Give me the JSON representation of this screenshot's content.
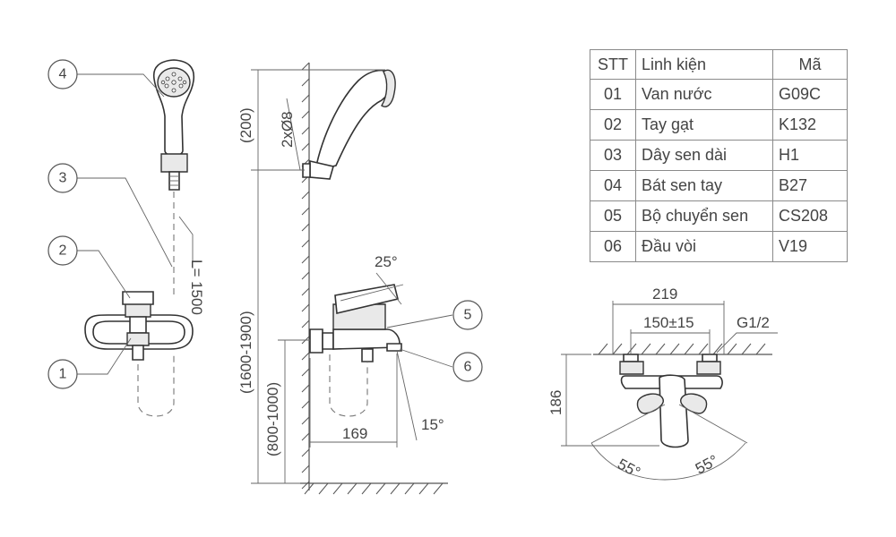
{
  "callouts": [
    "4",
    "3",
    "2",
    "1",
    "5",
    "6"
  ],
  "hose_label": "L= 1500",
  "side_view": {
    "dim_200": "(200)",
    "dim_2x08": "2xØ8",
    "dim_1600_1900": "(1600-1900)",
    "dim_800_1000": "(800-1000)",
    "dim_169": "169",
    "angle_25": "25°",
    "angle_15": "15°"
  },
  "top_view": {
    "dim_219": "219",
    "dim_150": "150±15",
    "thread": "G1/2",
    "dim_186": "186",
    "angle_left": "55°",
    "angle_right": "55°"
  },
  "parts_table": {
    "headers": [
      "STT",
      "Linh kiện",
      "Mã"
    ],
    "rows": [
      [
        "01",
        "Van nước",
        "G09C"
      ],
      [
        "02",
        "Tay gạt",
        "K132"
      ],
      [
        "03",
        "Dây sen dài",
        "H1"
      ],
      [
        "04",
        "Bát sen tay",
        "B27"
      ],
      [
        "05",
        "Bộ chuyển sen",
        "CS208"
      ],
      [
        "06",
        "Đầu vòi",
        "V19"
      ]
    ]
  }
}
